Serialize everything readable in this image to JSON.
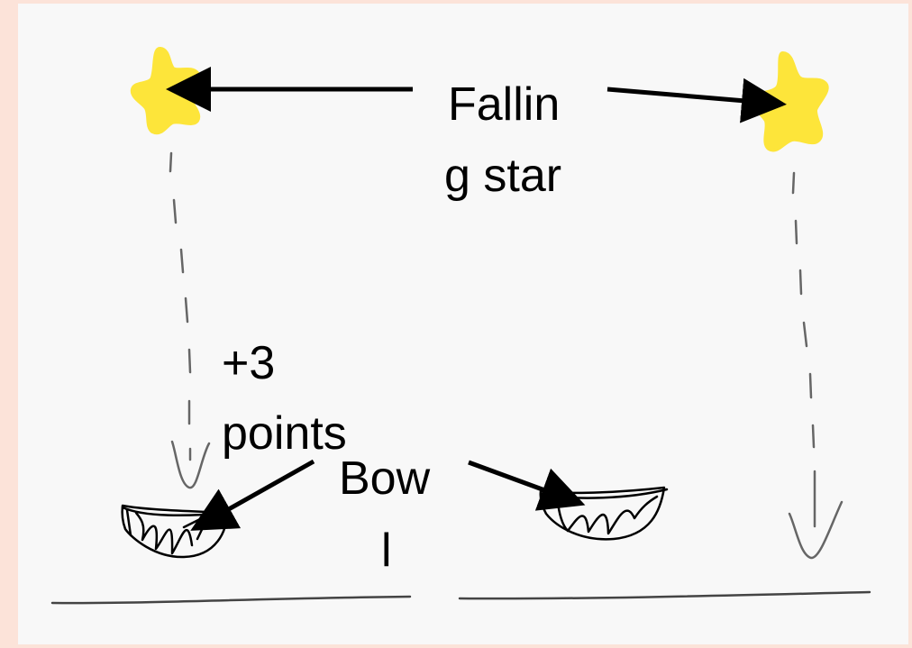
{
  "labels": {
    "falling_star_line1": "Fallin",
    "falling_star_line2": "g star",
    "points_line1": "+3",
    "points_line2": "points",
    "bowl_line1": "Bow",
    "bowl_line2": "l"
  },
  "colors": {
    "background_border": "#fce3d9",
    "canvas": "#f8f8f8",
    "star_fill": "#fde53a",
    "ink": "#000000"
  },
  "icons": {
    "star": "star-icon",
    "bowl": "bowl-icon",
    "arrow": "arrow-icon"
  }
}
